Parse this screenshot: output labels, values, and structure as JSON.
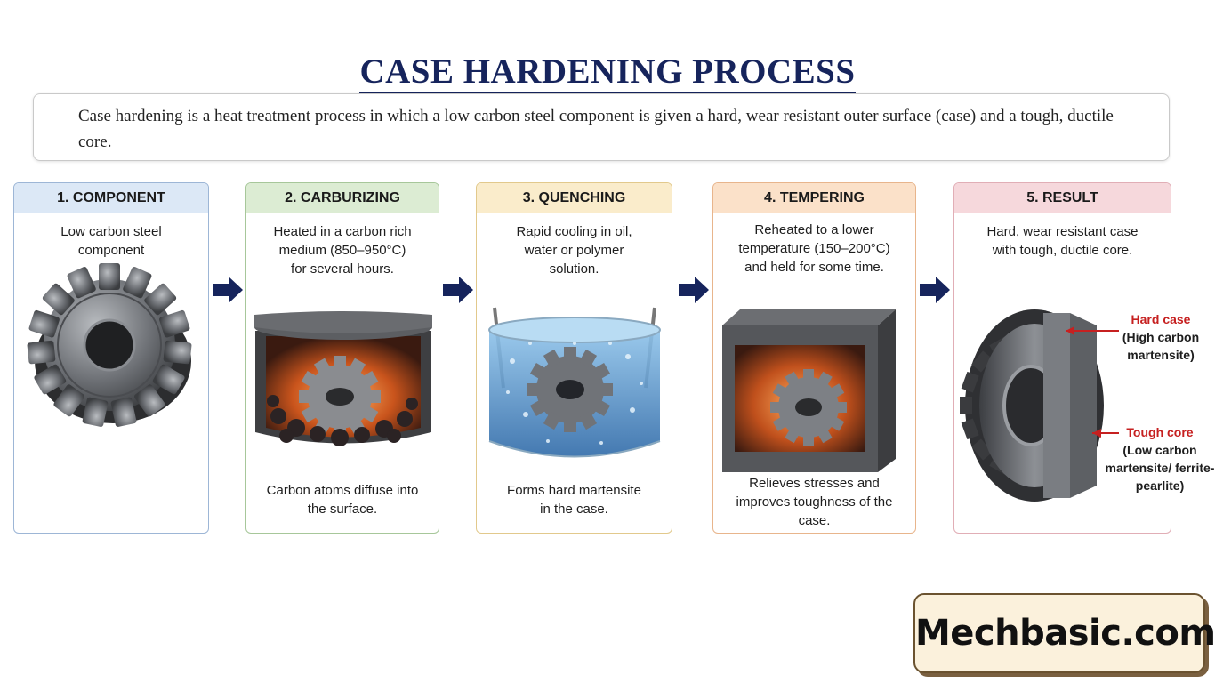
{
  "title": "CASE HARDENING PROCESS",
  "intro": "Case hardening is a heat treatment process in which a low carbon steel component is given a hard, wear resistant outer surface (case) and a tough, ductile core.",
  "steps": [
    {
      "heading": "1. COMPONENT",
      "top_text": "Low carbon steel component",
      "bottom_text": "",
      "color": "#dce8f6",
      "border": "#9db6d6"
    },
    {
      "heading": "2. CARBURIZING",
      "top_text": "Heated in a carbon rich medium (850–950°C) for several hours.",
      "bottom_text": "Carbon atoms diffuse into the surface.",
      "color": "#dcecd3",
      "border": "#a7c79a"
    },
    {
      "heading": "3. QUENCHING",
      "top_text": "Rapid cooling in oil, water or polymer solution.",
      "bottom_text": "Forms hard martensite in the case.",
      "color": "#faeccb",
      "border": "#e2c98c"
    },
    {
      "heading": "4. TEMPERING",
      "top_text": "Reheated to a lower temperature (150–200°C) and held for some time.",
      "bottom_text": "Relieves stresses and improves toughness of the case.",
      "color": "#fbe1c9",
      "border": "#e8b58c"
    },
    {
      "heading": "5. RESULT",
      "top_text": "Hard, wear resistant case with tough, ductile core.",
      "bottom_text": "",
      "color": "#f6d8dc",
      "border": "#e1aeb6"
    }
  ],
  "result_labels": {
    "hard_case": "Hard case",
    "hard_case_detail": "(High carbon martensite)",
    "tough_core": "Tough core",
    "tough_core_detail": "(Low carbon martensite/ ferrite-pearlite)"
  },
  "brand": "Mechbasic.com",
  "colors": {
    "title": "#16245c",
    "arrow": "#16245c",
    "label_red": "#c62020"
  }
}
